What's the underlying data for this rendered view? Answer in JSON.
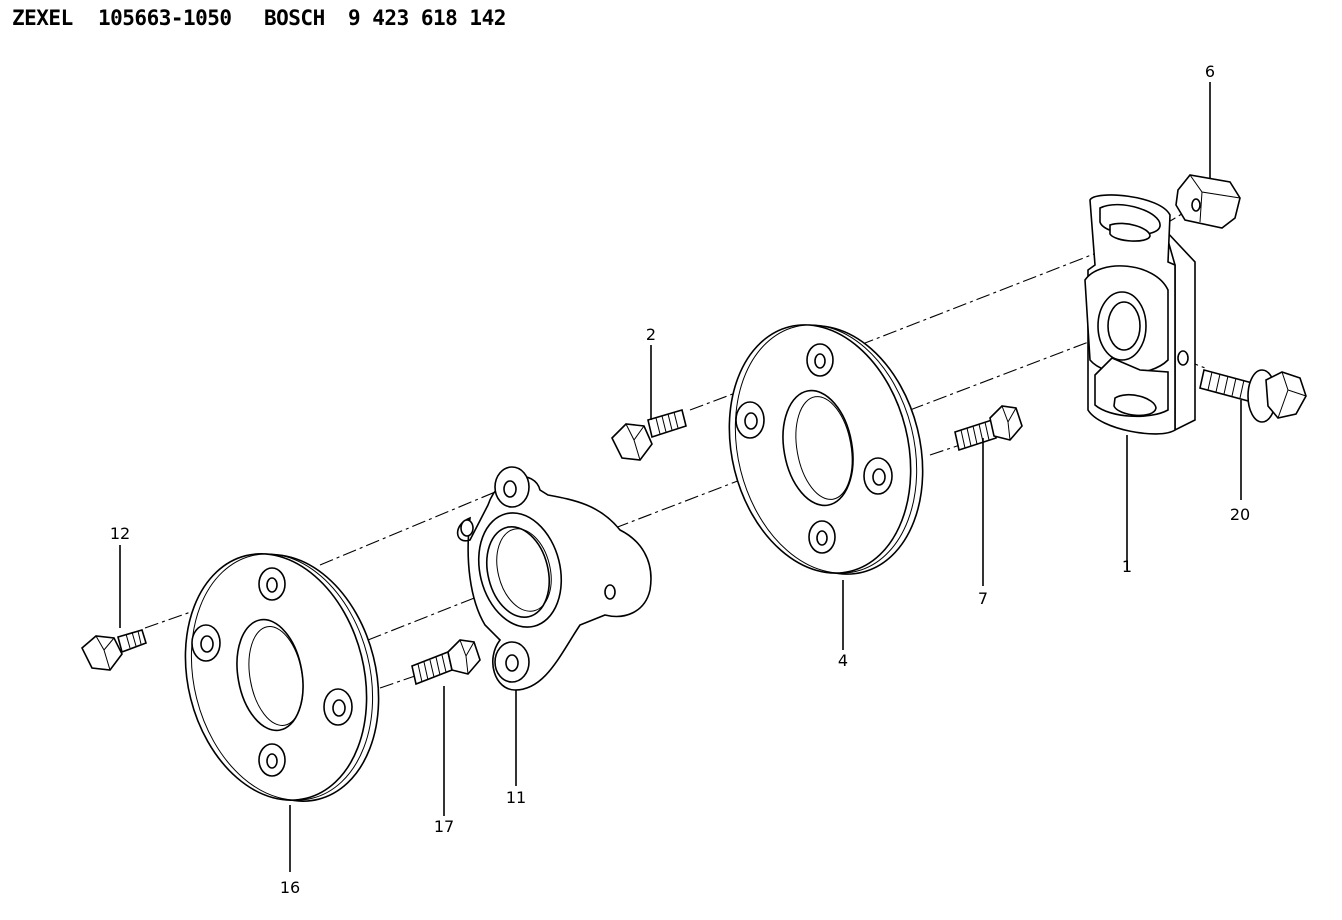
{
  "header": {
    "brand1": "ZEXEL",
    "part_number1": "105663-1050",
    "brand2": "BOSCH",
    "part_number2": "9 423 618 142"
  },
  "callouts": {
    "p1": "1",
    "p2": "2",
    "p4": "4",
    "p6": "6",
    "p7": "7",
    "p11": "11",
    "p12": "12",
    "p16": "16",
    "p17": "17",
    "p20": "20"
  }
}
